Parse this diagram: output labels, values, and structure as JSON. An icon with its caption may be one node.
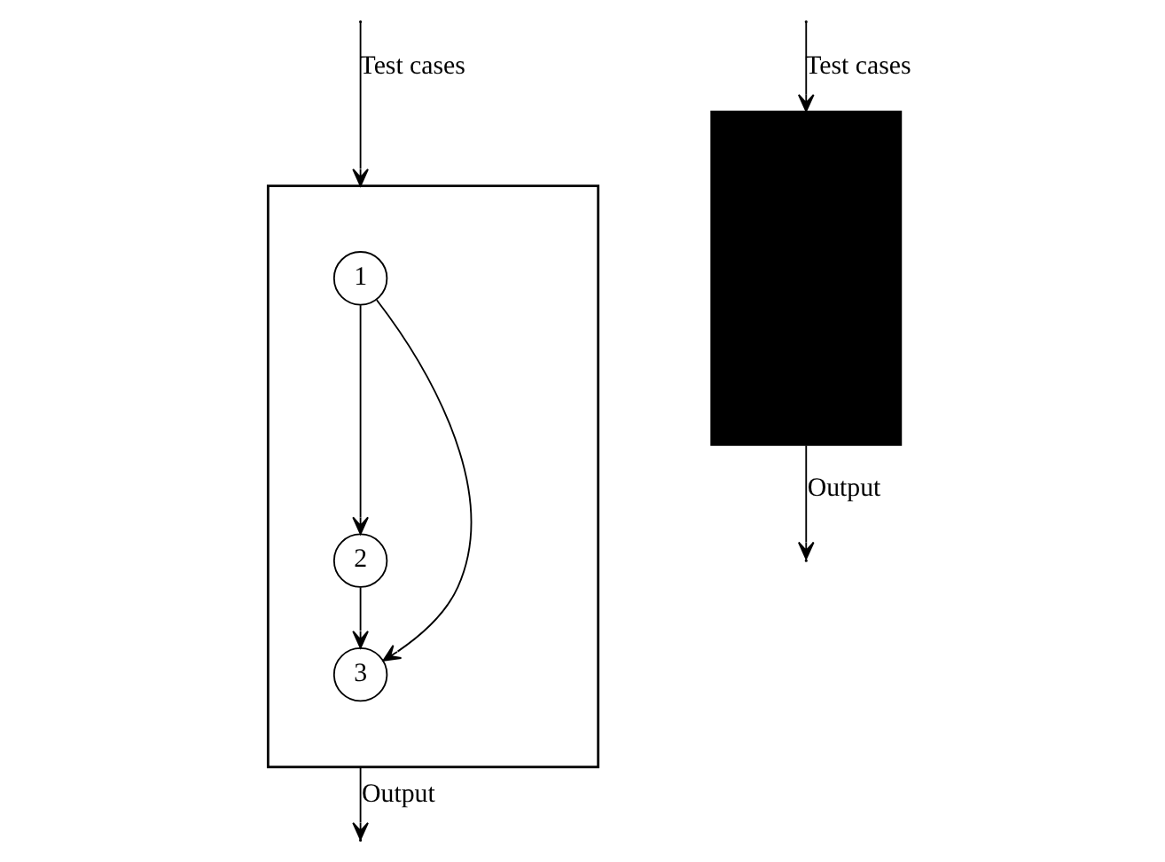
{
  "diagram": {
    "nodes": [
      {
        "text": [],
        "shape": "box"
      },
      {
        "text": [
          "1"
        ],
        "in": 0
      },
      {
        "text": [
          "2"
        ],
        "in": 0
      },
      {
        "text": [
          "3"
        ],
        "in": 0
      },
      {
        "text": [],
        "shape": "box"
      }
    ],
    "edges": [
      {
        "from": null,
        "to": 0,
        "arrow": "to",
        "label": "Test cases"
      },
      {
        "from": 1,
        "to": 2,
        "arrow": "to"
      },
      {
        "from": 2,
        "to": 3,
        "arrow": "to"
      },
      {
        "from": 1,
        "to": 3,
        "arrow": "to"
      },
      {
        "from": 0,
        "to": null,
        "arrow": "to",
        "label": "Output"
      },
      {
        "from": 4,
        "to": null,
        "arrow": "to",
        "label": "Output"
      },
      {
        "from": null,
        "to": 4,
        "arrow": "to",
        "label": "Test cases"
      }
    ]
  }
}
